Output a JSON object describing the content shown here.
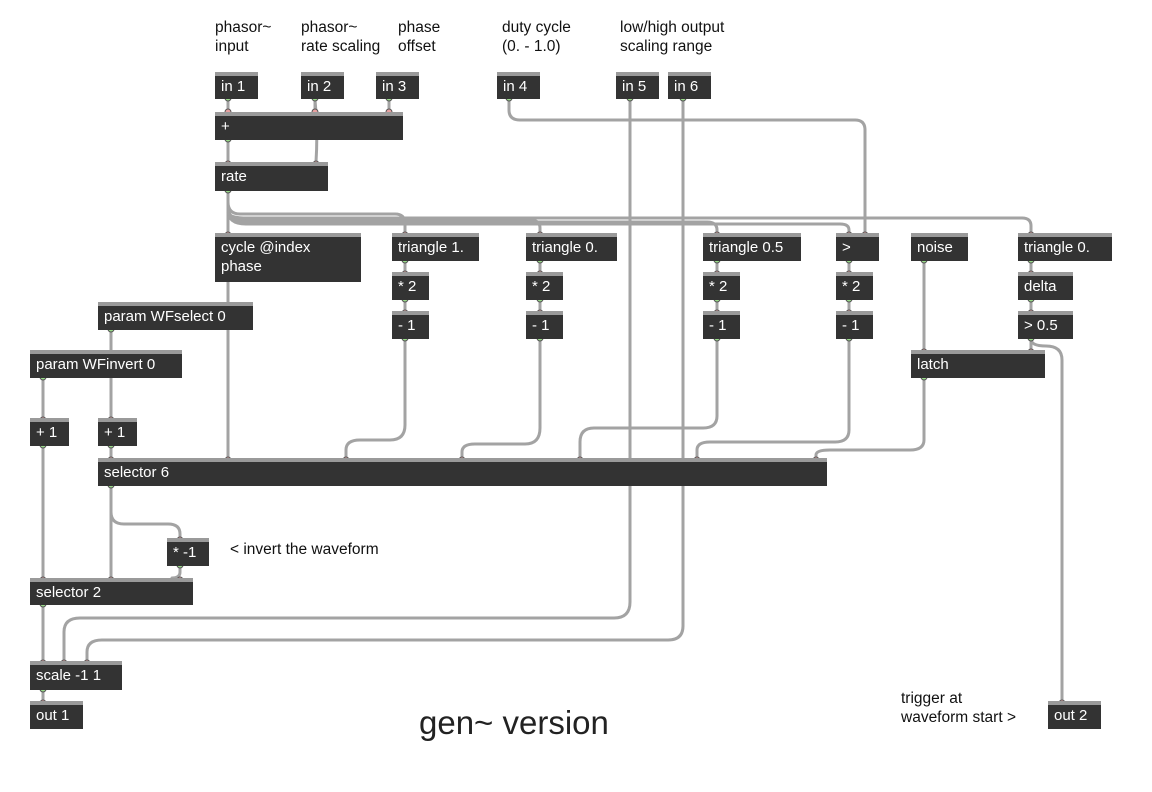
{
  "comments": {
    "phasor_input": "phasor~\ninput",
    "rate_scaling": "phasor~\nrate scaling",
    "phase_offset": "phase\noffset",
    "duty_cycle": "duty cycle\n(0. - 1.0)",
    "output_range": "low/high output\nscaling range",
    "invert_note": "< invert the waveform",
    "trigger_note": "trigger at\nwaveform start >",
    "title": "gen~ version"
  },
  "objects": {
    "in1": "in 1",
    "in2": "in 2",
    "in3": "in 3",
    "in4": "in 4",
    "in5": "in 5",
    "in6": "in 6",
    "plus": "+",
    "rate": "rate",
    "cycle": "cycle @index\nphase",
    "tri1": "triangle 1.",
    "tri2": "triangle 0.",
    "tri3": "triangle 0.5",
    "gt": ">",
    "noise": "noise",
    "tri4": "triangle 0.",
    "mul2a": "* 2",
    "mul2b": "* 2",
    "mul2c": "* 2",
    "mul2d": "* 2",
    "sub1a": "- 1",
    "sub1b": "- 1",
    "sub1c": "- 1",
    "sub1d": "- 1",
    "delta": "delta",
    "gt05": "> 0.5",
    "latch": "latch",
    "wfselect": "param WFselect 0",
    "wfinvert": "param WFinvert 0",
    "add1a": "+ 1",
    "add1b": "+ 1",
    "selector6": "selector 6",
    "mulneg1": "* -1",
    "selector2": "selector 2",
    "scale": "scale -1 1",
    "out1": "out 1",
    "out2": "out 2"
  },
  "colors": {
    "box": "#333333",
    "box_border": "#9a9a9a",
    "patch_cord": "#a0a0a0",
    "inlet": "#e8a0a0",
    "outlet": "#9adc8a"
  }
}
